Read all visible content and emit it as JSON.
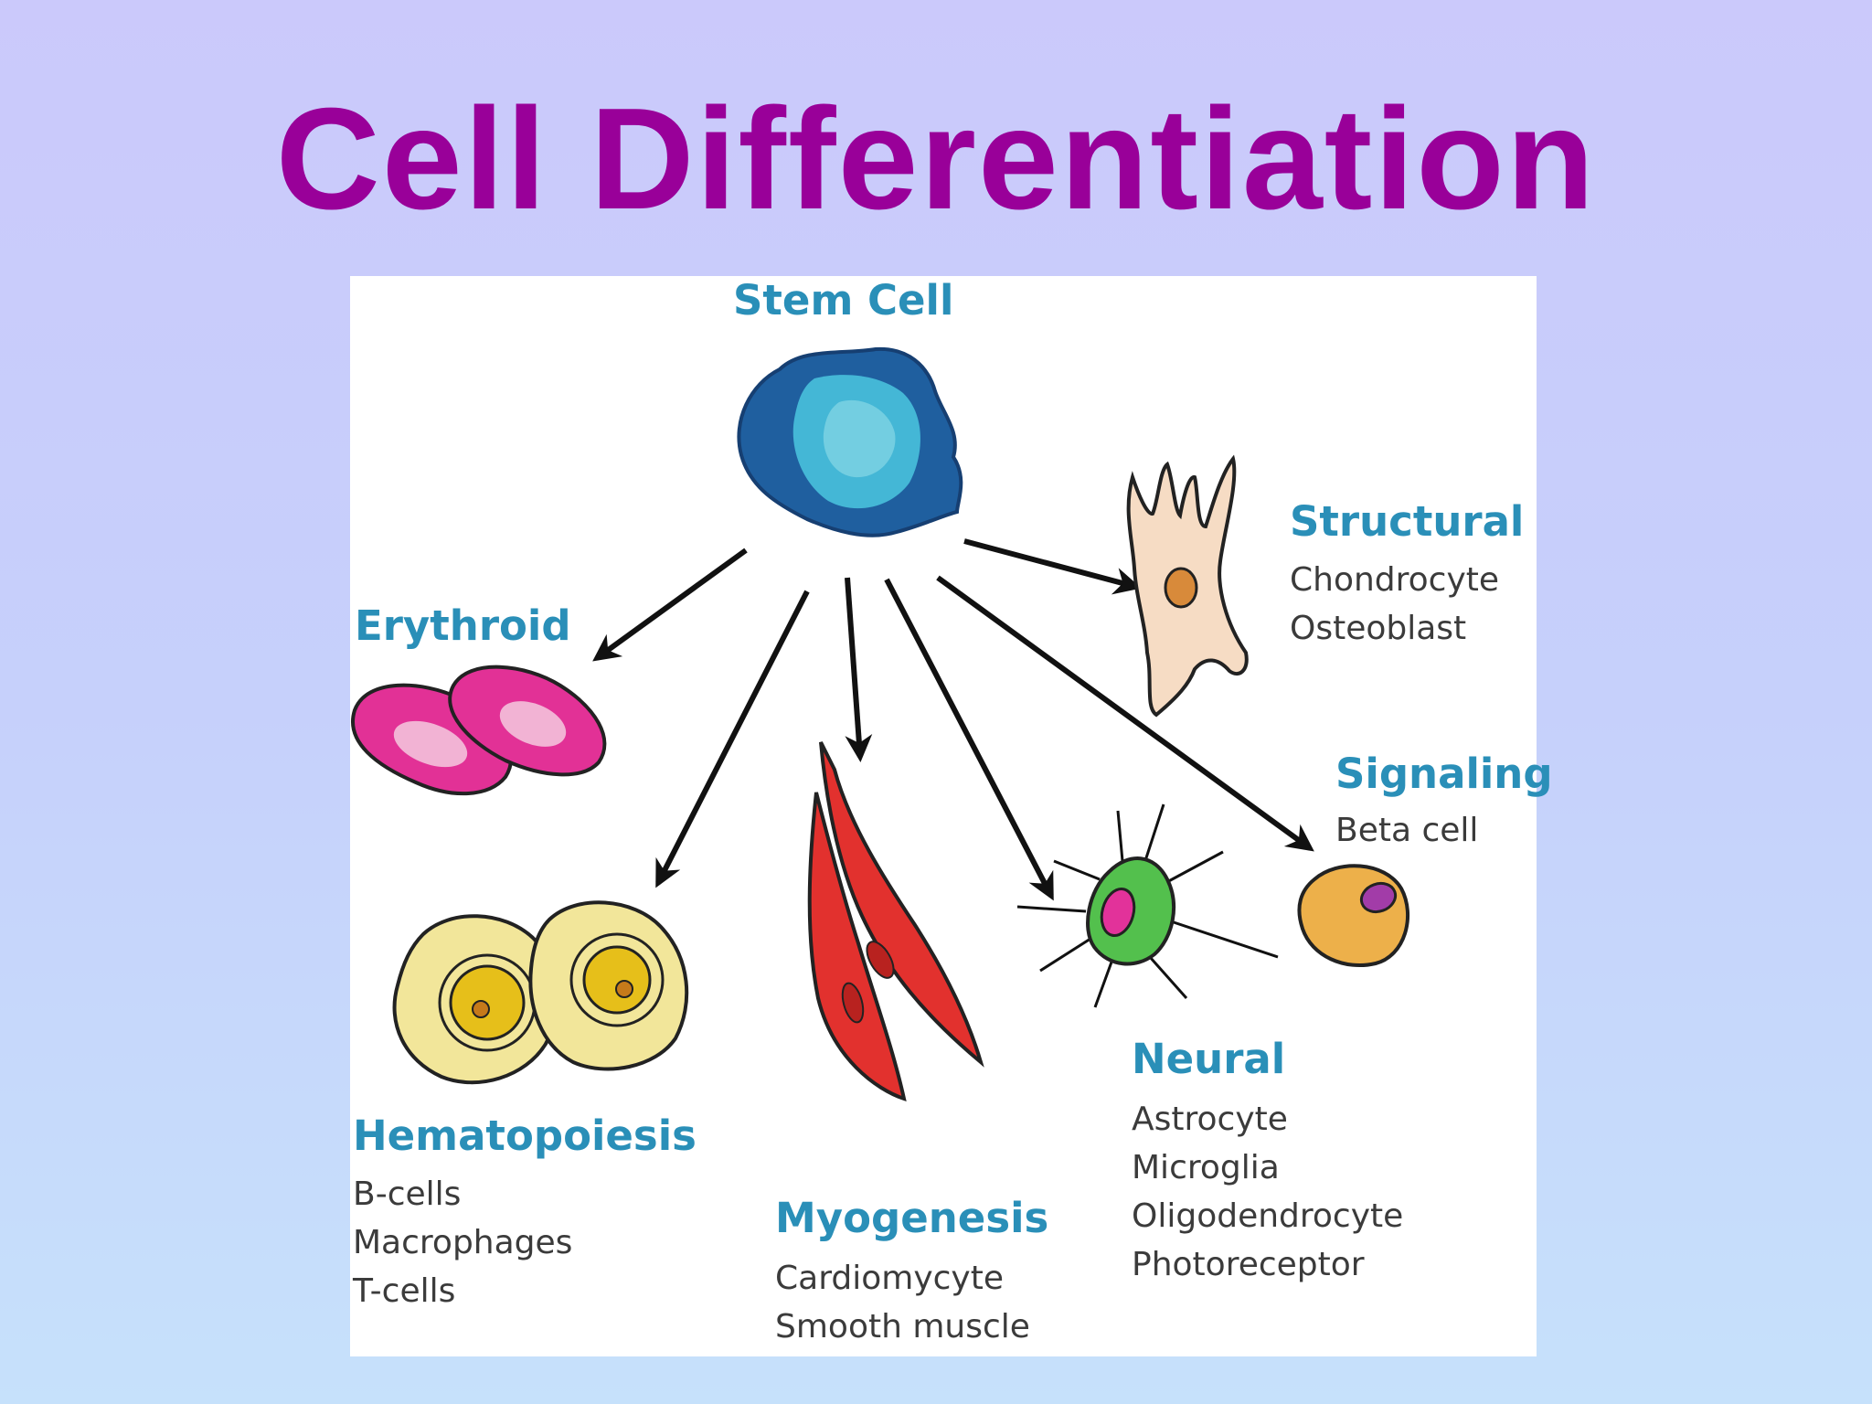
{
  "slide": {
    "title": "Cell Differentiation"
  },
  "colors": {
    "title": "#990099",
    "heading": "#2a8fb8",
    "subtext": "#3b3b3b",
    "arrow": "#111111"
  },
  "diagram": {
    "stem_cell": {
      "label": "Stem Cell"
    },
    "structural": {
      "label": "Structural",
      "types": [
        "Chondrocyte",
        "Osteoblast"
      ]
    },
    "erythroid": {
      "label": "Erythroid"
    },
    "signaling": {
      "label": "Signaling",
      "types": [
        "Beta cell"
      ]
    },
    "hematopoiesis": {
      "label": "Hematopoiesis",
      "types": [
        "B-cells",
        "Macrophages",
        "T-cells"
      ]
    },
    "myogenesis": {
      "label": "Myogenesis",
      "types": [
        "Cardiomycyte",
        "Smooth muscle"
      ]
    },
    "neural": {
      "label": "Neural",
      "types": [
        "Astrocyte",
        "Microglia",
        "Oligodendrocyte",
        "Photoreceptor"
      ]
    }
  }
}
